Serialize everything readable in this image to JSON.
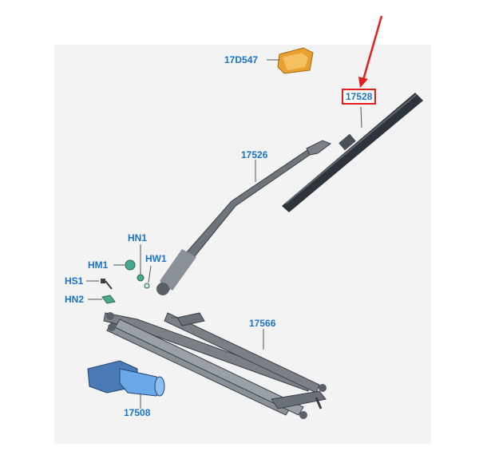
{
  "callouts": {
    "c17D547": "17D547",
    "c17528": "17528",
    "c17526": "17526",
    "hn1": "HN1",
    "hm1": "HM1",
    "hw1": "HW1",
    "hs1": "HS1",
    "hn2": "HN2",
    "c17566": "17566",
    "c17508": "17508"
  },
  "colors": {
    "callout_text": "#1a73c9",
    "highlight_box": "#e02020",
    "arrow": "#e02020",
    "part_dark": "#3a4048",
    "part_mid": "#7b8088",
    "part_light": "#b9bcc1",
    "bracket_orange": "#e8a030",
    "motor_blue": "#5f9fe0",
    "fastener_teal": "#4aa890"
  },
  "icons": {
    "highlight_arrow": "red-arrow-pointing-down"
  }
}
